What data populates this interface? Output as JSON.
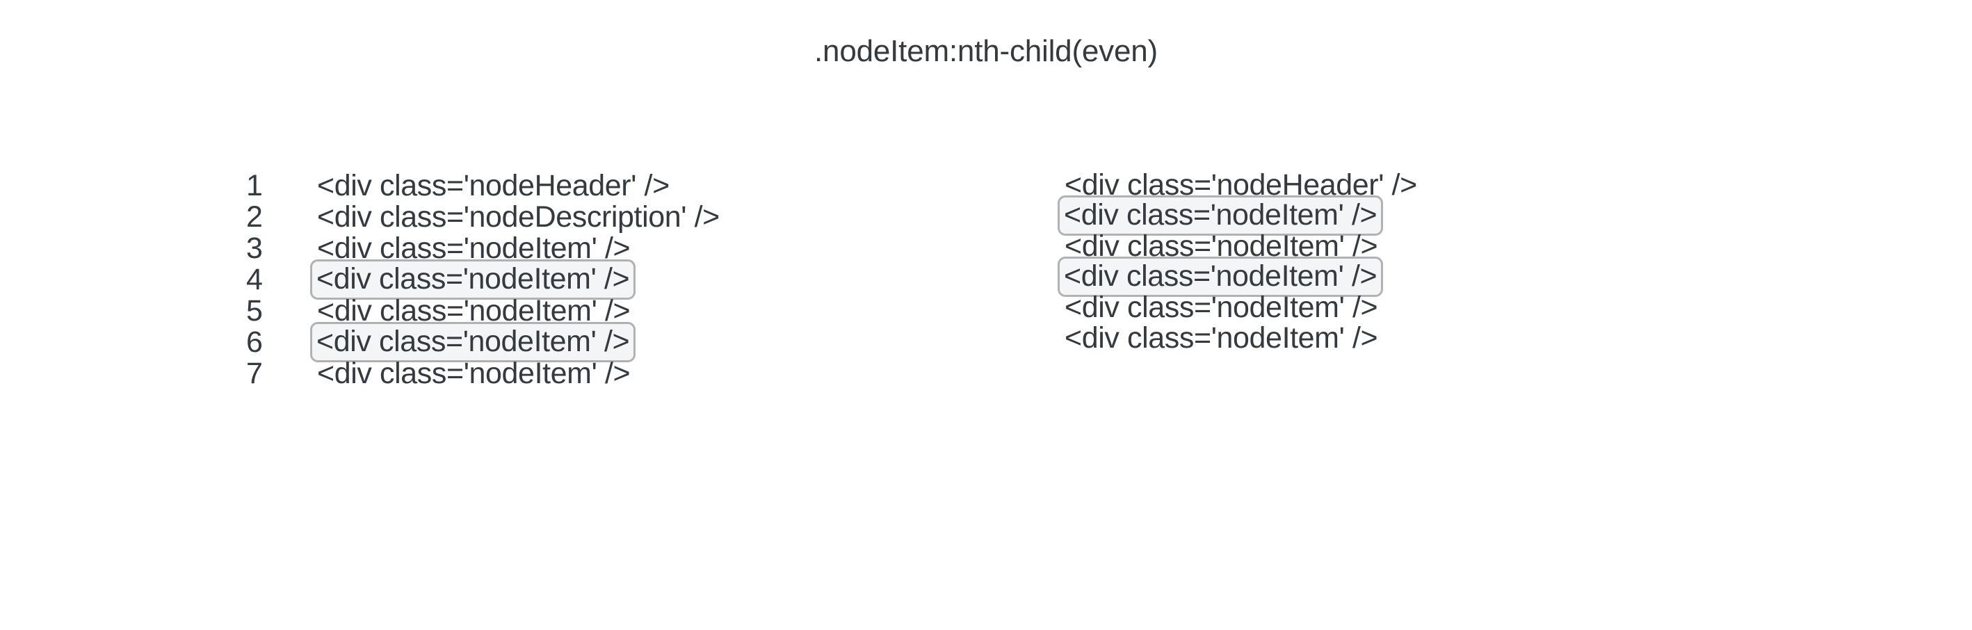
{
  "page": {
    "title": ".nodeItem:nth-child(even)",
    "background_color": "#ffffff",
    "text_color": "#343a40",
    "highlight_fill": "#f4f5f7",
    "highlight_border": "#b2b2b2"
  },
  "left_column": {
    "name": "numbered-markup-listing",
    "has_line_numbers": true,
    "lines": [
      {
        "number": "1",
        "code": "<div class='nodeHeader' />",
        "highlighted": false
      },
      {
        "number": "2",
        "code": "<div class='nodeDescription' />",
        "highlighted": false
      },
      {
        "number": "3",
        "code": "<div class='nodeItem' />",
        "highlighted": false
      },
      {
        "number": "4",
        "code": "<div class='nodeItem' />",
        "highlighted": true
      },
      {
        "number": "5",
        "code": "<div class='nodeItem' />",
        "highlighted": false
      },
      {
        "number": "6",
        "code": "<div class='nodeItem' />",
        "highlighted": true
      },
      {
        "number": "7",
        "code": "<div class='nodeItem' />",
        "highlighted": false
      }
    ]
  },
  "right_column": {
    "name": "unnumbered-markup-listing",
    "has_line_numbers": false,
    "lines": [
      {
        "code": "<div class='nodeHeader' />",
        "highlighted": false
      },
      {
        "code": "<div class='nodeItem' />",
        "highlighted": true
      },
      {
        "code": "<div class='nodeItem' />",
        "highlighted": false
      },
      {
        "code": "<div class='nodeItem' />",
        "highlighted": true
      },
      {
        "code": "<div class='nodeItem' />",
        "highlighted": false
      },
      {
        "code": "<div class='nodeItem' />",
        "highlighted": false
      }
    ]
  }
}
